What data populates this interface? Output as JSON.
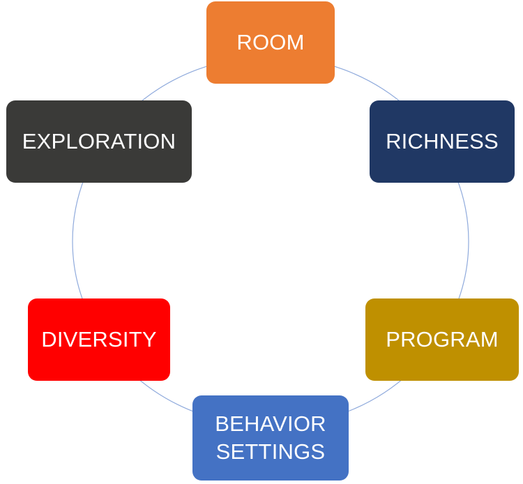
{
  "diagram": {
    "type": "cycle",
    "ring_color": "#8faadc",
    "nodes": [
      {
        "id": "room",
        "label": "ROOM",
        "color": "#ed7d31"
      },
      {
        "id": "richness",
        "label": "RICHNESS",
        "color": "#203864"
      },
      {
        "id": "program",
        "label": "PROGRAM",
        "color": "#bf9000"
      },
      {
        "id": "behavior",
        "label": "BEHAVIOR\nSETTINGS",
        "color": "#4472c4"
      },
      {
        "id": "diversity",
        "label": "DIVERSITY",
        "color": "#ff0000"
      },
      {
        "id": "exploration",
        "label": "EXPLORATION",
        "color": "#3a3a38"
      }
    ]
  }
}
